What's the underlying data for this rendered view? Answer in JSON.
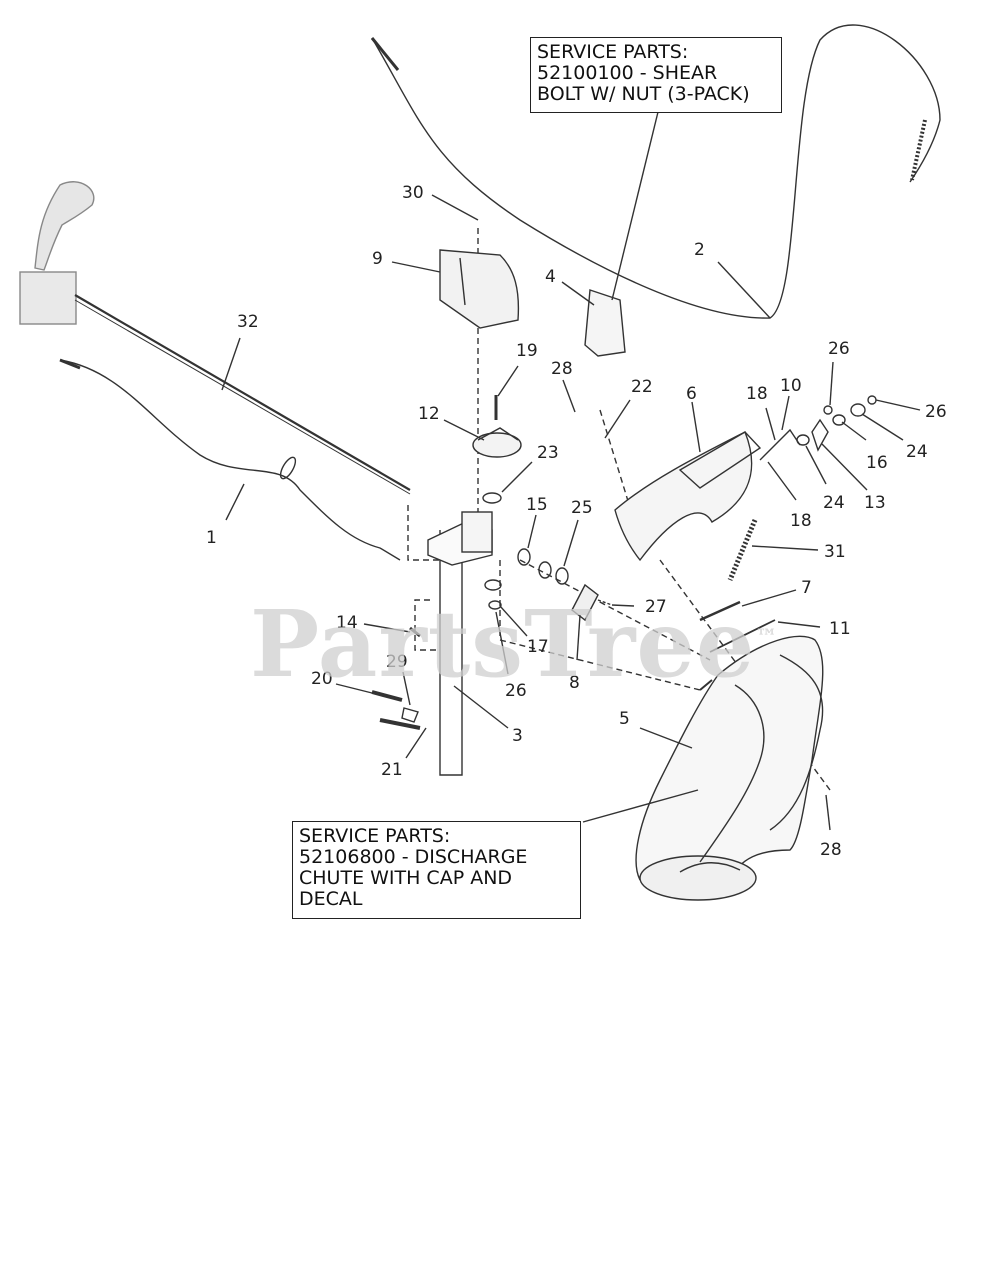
{
  "service_box_top": {
    "lines": [
      "SERVICE PARTS:",
      "52100100 - SHEAR",
      "BOLT W/ NUT (3-PACK)"
    ]
  },
  "service_box_bottom": {
    "lines": [
      "SERVICE PARTS:",
      "52106800 - DISCHARGE",
      "CHUTE WITH CAP AND",
      "DECAL"
    ]
  },
  "watermark": {
    "text": "PartsTree",
    "mark": "™"
  },
  "callouts": {
    "c30": "30",
    "c9": "9",
    "c4": "4",
    "c2": "2",
    "c32": "32",
    "c19": "19",
    "c28a": "28",
    "c22": "22",
    "c6": "6",
    "c18a": "18",
    "c10": "10",
    "c26a": "26",
    "c26b": "26",
    "c12": "12",
    "c23": "23",
    "c16": "16",
    "c24a": "24",
    "c24b": "24",
    "c13": "13",
    "c18b": "18",
    "c15": "15",
    "c25": "25",
    "c1": "1",
    "c31": "31",
    "c7": "7",
    "c27": "27",
    "c11": "11",
    "c14": "14",
    "c17": "17",
    "c8": "8",
    "c29": "29",
    "c20": "20",
    "c26c": "26",
    "c5": "5",
    "c3": "3",
    "c21": "21",
    "c28b": "28"
  }
}
